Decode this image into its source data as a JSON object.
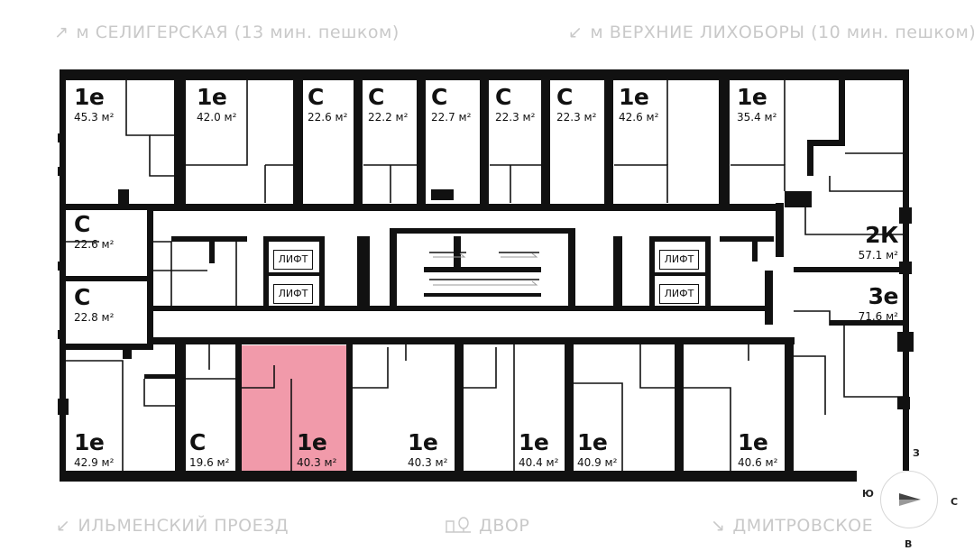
{
  "streets": {
    "top_left": "м СЕЛИГЕРСКАЯ (13 мин. пешком)",
    "top_right": "м ВЕРХНИЕ ЛИХОБОРЫ (10 мин. пешком)",
    "bottom_left": "ИЛЬМЕНСКИЙ ПРОЕЗД",
    "bottom_center": "ДВОР",
    "bottom_right": "ДМИТРОВСКОЕ"
  },
  "icons": {
    "top_left": "arrow-up-right-icon",
    "top_right": "arrow-down-left-icon",
    "bottom_left": "arrow-down-left-icon",
    "bottom_center": "courtyard-tree-icon",
    "bottom_right": "arrow-down-right-icon"
  },
  "apartments": [
    {
      "type": "1е",
      "area": "45.3 м²"
    },
    {
      "type": "1е",
      "area": "42.0 м²"
    },
    {
      "type": "С",
      "area": "22.6 м²"
    },
    {
      "type": "С",
      "area": "22.2 м²"
    },
    {
      "type": "С",
      "area": "22.7 м²"
    },
    {
      "type": "С",
      "area": "22.3 м²"
    },
    {
      "type": "С",
      "area": "22.3 м²"
    },
    {
      "type": "1е",
      "area": "42.6 м²"
    },
    {
      "type": "1е",
      "area": "35.4 м²"
    },
    {
      "type": "С",
      "area": "22.6 м²"
    },
    {
      "type": "С",
      "area": "22.8 м²"
    },
    {
      "type": "2К",
      "area": "57.1 м²"
    },
    {
      "type": "3е",
      "area": "71.6 м²"
    },
    {
      "type": "1е",
      "area": "42.9 м²"
    },
    {
      "type": "С",
      "area": "19.6 м²"
    },
    {
      "type": "1е",
      "area": "40.3 м²",
      "selected": true
    },
    {
      "type": "1е",
      "area": "40.3 м²"
    },
    {
      "type": "1е",
      "area": "40.4 м²"
    },
    {
      "type": "1е",
      "area": "40.9 м²"
    },
    {
      "type": "1е",
      "area": "40.6 м²"
    }
  ],
  "lifts": [
    "ЛИФТ",
    "ЛИФТ",
    "ЛИФТ",
    "ЛИФТ"
  ],
  "compass": {
    "n": "З",
    "e": "С",
    "s": "В",
    "w": "Ю"
  },
  "colors": {
    "wall": "#111111",
    "selected": "#f19aaa",
    "street_text": "#c9c9c9"
  }
}
